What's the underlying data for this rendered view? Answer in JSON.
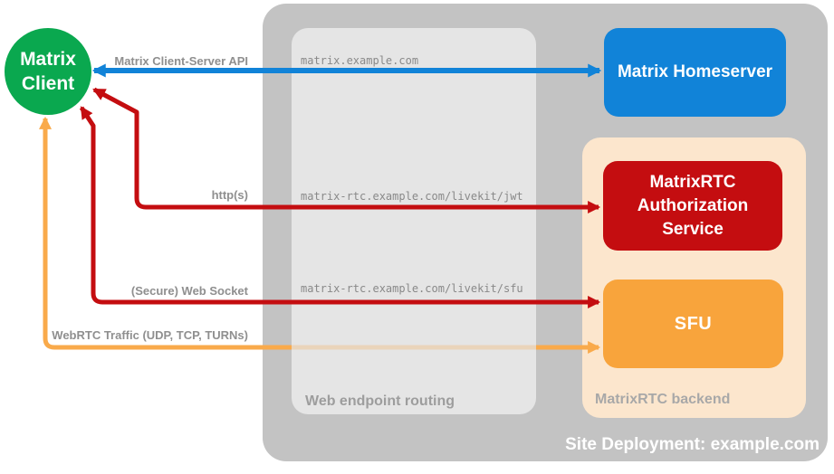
{
  "nodes": {
    "client": {
      "label": "Matrix Client"
    },
    "homeserver": {
      "label": "Matrix Homeserver"
    },
    "auth_service": {
      "label": "MatrixRTC Authorization Service"
    },
    "sfu": {
      "label": "SFU"
    }
  },
  "containers": {
    "site_deployment": {
      "label": "Site Deployment: example.com"
    },
    "web_endpoint_routing": {
      "label": "Web endpoint routing"
    },
    "matrixrtc_backend": {
      "label": "MatrixRTC backend"
    }
  },
  "connections": {
    "cs_api": {
      "label": "Matrix Client-Server API",
      "route": "matrix.example.com"
    },
    "https": {
      "label": "http(s)",
      "route": "matrix-rtc.example.com/livekit/jwt"
    },
    "websocket": {
      "label": "(Secure) Web Socket",
      "route": "matrix-rtc.example.com/livekit/sfu"
    },
    "webrtc": {
      "label": "WebRTC Traffic (UDP, TCP, TURNs)"
    }
  },
  "colors": {
    "client_green": "#0aa84f",
    "homeserver_blue": "#1183d8",
    "auth_red": "#c40d10",
    "sfu_orange": "#f8a43c",
    "webrtc_arrow_orange": "#f9aa4b",
    "backend_peach": "#fce6cd",
    "site_gray": "#c3c3c3",
    "routing_gray": "#e5e5e5",
    "label_gray": "#8f8f8f"
  }
}
